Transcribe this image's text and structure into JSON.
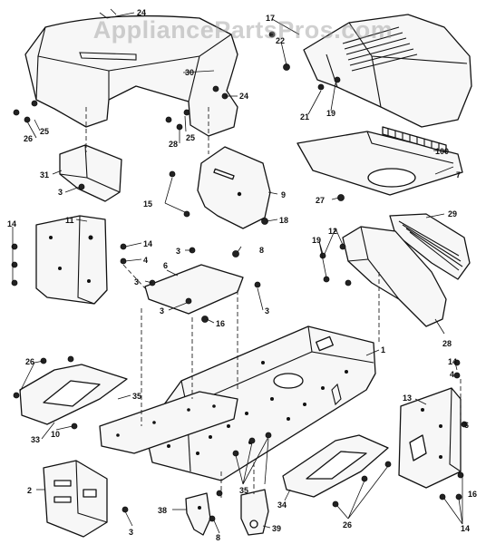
{
  "watermark": "AppliancePartsPros.com",
  "callouts": {
    "c1": "1",
    "c2": "2",
    "c3a": "3",
    "c3b": "3",
    "c3c": "3",
    "c3d": "3",
    "c3e": "3",
    "c3f": "3",
    "c4a": "4",
    "c4b": "4",
    "c6a": "6",
    "c6b": "6",
    "c7": "7",
    "c8a": "8",
    "c8b": "8",
    "c9": "9",
    "c10": "10",
    "c11": "11",
    "c12": "12",
    "c13": "13",
    "c14a": "14",
    "c14b": "14",
    "c14c": "14",
    "c14d": "14",
    "c15": "15",
    "c16a": "16",
    "c16b": "16",
    "c17": "17",
    "c18": "18",
    "c19a": "19",
    "c19b": "19",
    "c21": "21",
    "c22": "22",
    "c24a": "24",
    "c24b": "24",
    "c25a": "25",
    "c25b": "25",
    "c26a": "26",
    "c26b": "26",
    "c26c": "26",
    "c27": "27",
    "c28a": "28",
    "c28b": "28",
    "c29": "29",
    "c30": "30",
    "c31": "31",
    "c33": "33",
    "c34": "34",
    "c35a": "35",
    "c35b": "35",
    "c38": "38",
    "c39": "39",
    "c100": "100"
  }
}
